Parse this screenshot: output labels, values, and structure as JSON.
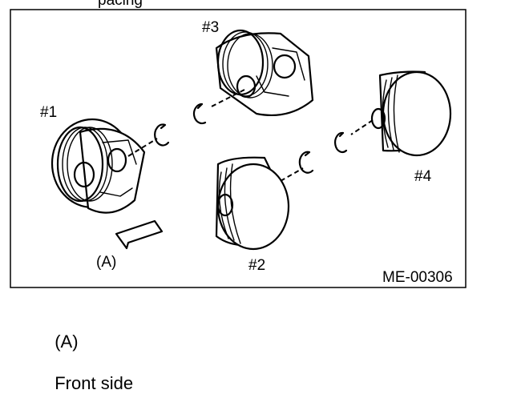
{
  "diagram": {
    "partial_top_text": "pacing",
    "labels": {
      "piston_1": "#1",
      "piston_2": "#2",
      "piston_3": "#3",
      "piston_4": "#4",
      "arrow_marker": "(A)",
      "figure_code": "ME-00306"
    },
    "colors": {
      "ink": "#000000",
      "background": "#ffffff"
    }
  },
  "caption": {
    "marker": "(A)",
    "text": "Front side"
  }
}
